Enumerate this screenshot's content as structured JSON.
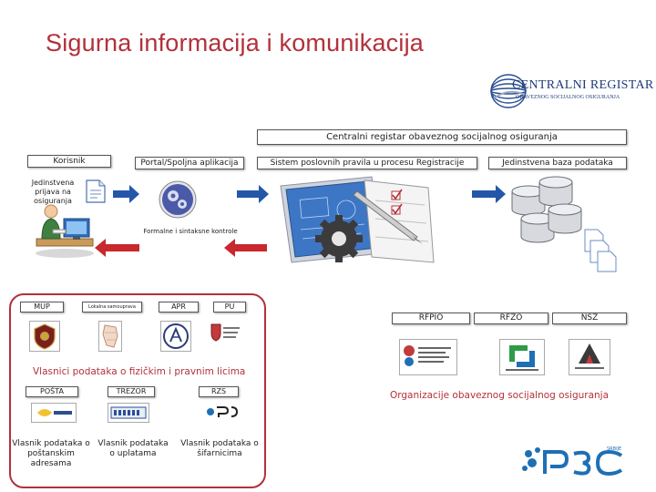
{
  "slide": {
    "title": "Sigurna informacija i komunikacija"
  },
  "logo": {
    "name": "CENTRALNI REGISTAR",
    "subtitle": "OBAVEZNOG SOCIJALNOG OSIGURANJA"
  },
  "system": {
    "header": "Centralni registar obaveznog socijalnog osiguranja",
    "columns": {
      "korisnik": "Korisnik",
      "portal": "Portal/Spoljna aplikacija",
      "pravila": "Sistem poslovnih pravila u procesu Registracije",
      "baza": "Jedinstvena baza podataka"
    },
    "jedinstvena_prijava": [
      "Jedinstvena",
      "prijava na",
      "osiguranja"
    ],
    "kontrole": "Formalne i sintaksne kontrole"
  },
  "owners": {
    "tags": [
      "MUP",
      "Lokalna samouprava",
      "APR",
      "PU"
    ],
    "caption": "Vlasnici podataka o fizičkim i pravnim licima",
    "bottom_tags": [
      "POŠTA",
      "TREZOR",
      "RZS"
    ],
    "descriptions": [
      [
        "Vlasnik podataka o",
        "poštanskim",
        "adresama"
      ],
      [
        "Vlasnik podataka",
        "o uplatama"
      ],
      [
        "Vlasnik podataka o",
        "šifarnicima"
      ]
    ]
  },
  "organizations": {
    "tags": [
      "RFPIO",
      "RFZO",
      "NSZ"
    ],
    "caption": "Organizacije obaveznog socijalnog osiguranja"
  },
  "brand": {
    "name": "P3C",
    "sub": "SRBIJE"
  },
  "colors": {
    "accent_red": "#b3303a",
    "arrow_blue": "#2457a8",
    "arrow_red": "#c8282e",
    "logo_blue": "#1f3b78",
    "brand_blue": "#1e6fb5"
  },
  "icons": [
    "gears-icon",
    "blueprint-icon",
    "gear-icon",
    "pen-icon",
    "checkbox-icon",
    "database-icon",
    "document-icon",
    "user-computer-icon",
    "seal-icon"
  ]
}
